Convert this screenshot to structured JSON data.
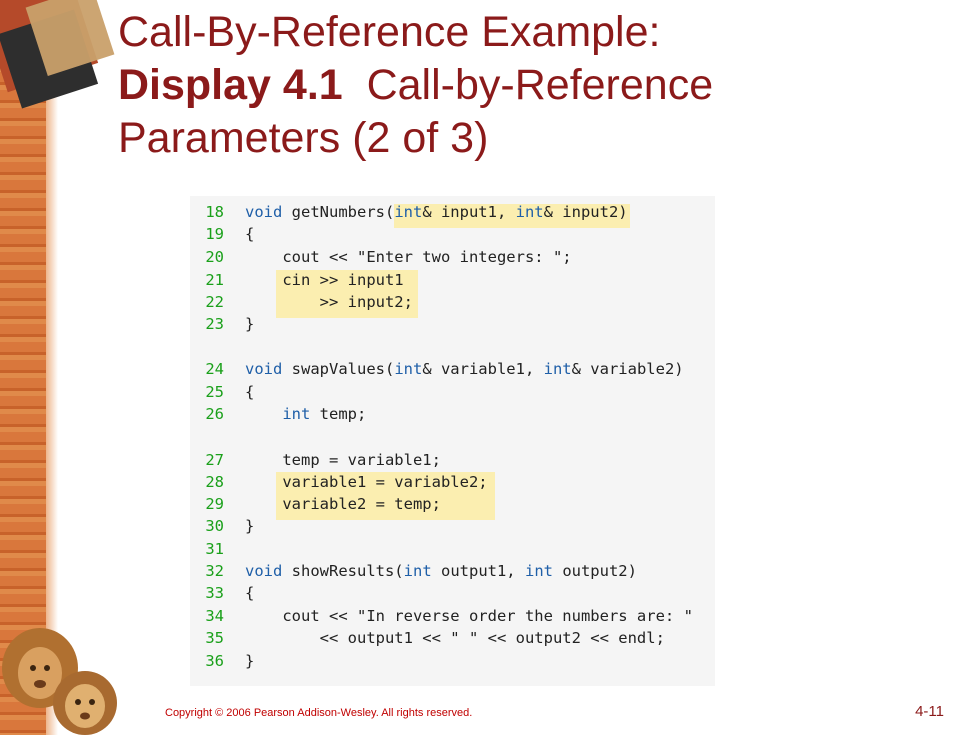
{
  "slide": {
    "title_line1": "Call-By-Reference Example:",
    "title_bold": "Display 4.1",
    "title_line2_rest": "Call-by-Reference",
    "title_line3": "Parameters (2 of 3)",
    "copyright": "Copyright © 2006 Pearson Addison-Wesley. All rights reserved.",
    "slide_number": "4-11"
  },
  "code_lines": [
    {
      "n": "18",
      "parts": [
        [
          "kw",
          "void"
        ],
        [
          "t",
          " getNumbers("
        ],
        [
          "kw",
          "int"
        ],
        [
          "t",
          "& input1, "
        ],
        [
          "kw",
          "int"
        ],
        [
          "t",
          "& input2)"
        ]
      ]
    },
    {
      "n": "19",
      "parts": [
        [
          "t",
          "{"
        ]
      ]
    },
    {
      "n": "20",
      "parts": [
        [
          "t",
          "    cout << \"Enter two integers: \";"
        ]
      ]
    },
    {
      "n": "21",
      "parts": [
        [
          "t",
          "    cin >> input1"
        ]
      ]
    },
    {
      "n": "22",
      "parts": [
        [
          "t",
          "        >> input2;"
        ]
      ]
    },
    {
      "n": "23",
      "parts": [
        [
          "t",
          "}"
        ]
      ]
    },
    {
      "n": "24",
      "parts": [
        [
          "kw",
          "void"
        ],
        [
          "t",
          " swapValues("
        ],
        [
          "kw",
          "int"
        ],
        [
          "t",
          "& variable1, "
        ],
        [
          "kw",
          "int"
        ],
        [
          "t",
          "& variable2)"
        ]
      ]
    },
    {
      "n": "25",
      "parts": [
        [
          "t",
          "{"
        ]
      ]
    },
    {
      "n": "26",
      "parts": [
        [
          "t",
          "    "
        ],
        [
          "kw",
          "int"
        ],
        [
          "t",
          " temp;"
        ]
      ]
    },
    {
      "n": "27",
      "parts": [
        [
          "t",
          "    temp = variable1;"
        ]
      ]
    },
    {
      "n": "28",
      "parts": [
        [
          "t",
          "    variable1 = variable2;"
        ]
      ]
    },
    {
      "n": "29",
      "parts": [
        [
          "t",
          "    variable2 = temp;"
        ]
      ]
    },
    {
      "n": "30",
      "parts": [
        [
          "t",
          "}"
        ]
      ]
    },
    {
      "n": "31",
      "parts": [
        [
          "t",
          ""
        ]
      ]
    },
    {
      "n": "32",
      "parts": [
        [
          "kw",
          "void"
        ],
        [
          "t",
          " showResults("
        ],
        [
          "kw",
          "int"
        ],
        [
          "t",
          " output1, "
        ],
        [
          "kw",
          "int"
        ],
        [
          "t",
          " output2)"
        ]
      ]
    },
    {
      "n": "33",
      "parts": [
        [
          "t",
          "{"
        ]
      ]
    },
    {
      "n": "34",
      "parts": [
        [
          "t",
          "    cout << \"In reverse order the numbers are: \""
        ]
      ]
    },
    {
      "n": "35",
      "parts": [
        [
          "t",
          "        << output1 << \" \" << output2 << endl;"
        ]
      ]
    },
    {
      "n": "36",
      "parts": [
        [
          "t",
          "}"
        ]
      ]
    }
  ]
}
